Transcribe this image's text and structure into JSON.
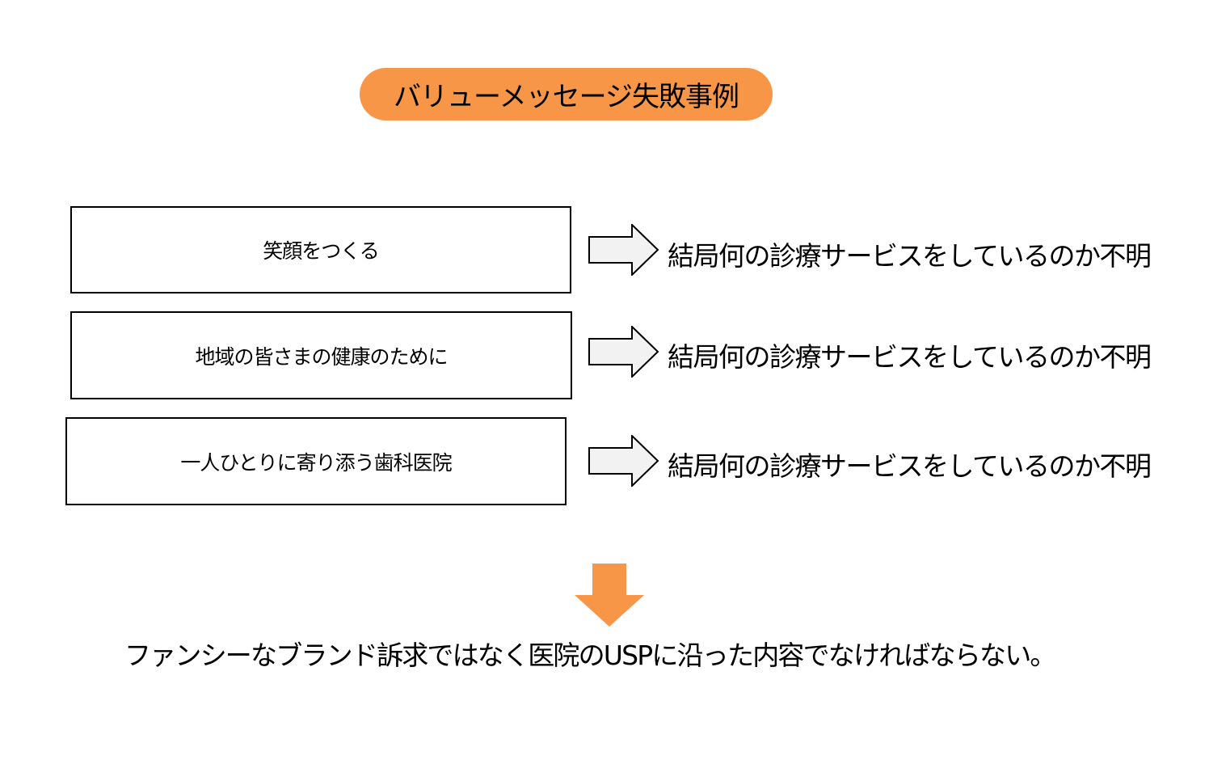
{
  "title": "バリューメッセージ失敗事例",
  "colors": {
    "accent": "#f79646",
    "arrow_fill": "#f2f2f2",
    "border": "#000000"
  },
  "rows": [
    {
      "message": "笑顔をつくる",
      "result": "結局何の診療サービスをしているのか不明"
    },
    {
      "message": "地域の皆さまの健康のために",
      "result": "結局何の診療サービスをしているのか不明"
    },
    {
      "message": "一人ひとりに寄り添う歯科医院",
      "result": "結局何の診療サービスをしているのか不明"
    }
  ],
  "conclusion": "ファンシーなブランド訴求ではなく医院のUSPに沿った内容でなければならない。"
}
